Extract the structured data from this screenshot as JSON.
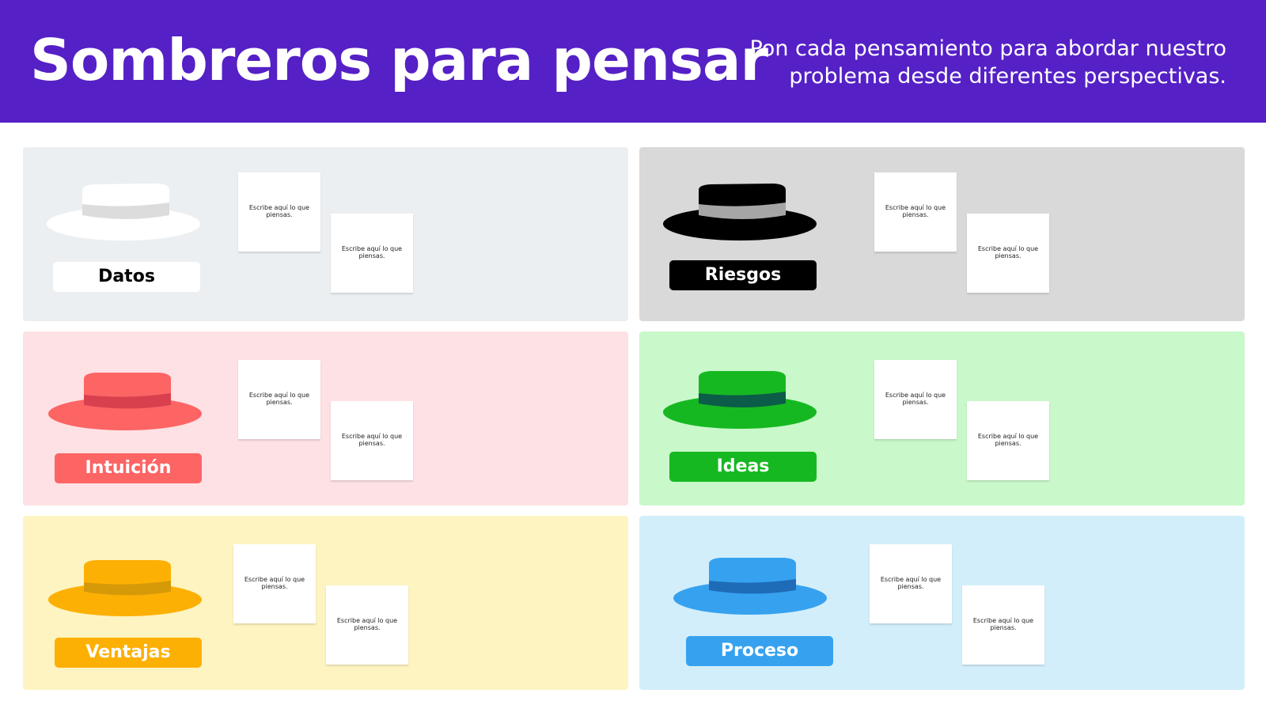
{
  "header": {
    "title": "Sombreros para pensar",
    "subtitle": "Pon cada pensamiento para abordar nuestro problema desde diferentes perspectivas."
  },
  "note_text": "Escribe aquí lo que piensas.",
  "panels": [
    {
      "label": "Datos",
      "bg": "#eceff1",
      "hat": "#ffffff",
      "band": "#dcdcdc",
      "label_bg": "#ffffff",
      "label_color": "#000000"
    },
    {
      "label": "Riesgos",
      "bg": "#d9d9d9",
      "hat": "#000000",
      "band": "#a6a6a6",
      "label_bg": "#000000",
      "label_color": "#ffffff"
    },
    {
      "label": "Intuición",
      "bg": "#fde1e4",
      "hat": "#fd6464",
      "band": "#d9404e",
      "label_bg": "#fd6464",
      "label_color": "#ffffff"
    },
    {
      "label": "Ideas",
      "bg": "#c9f8cb",
      "hat": "#16b821",
      "band": "#0b5c48",
      "label_bg": "#16b821",
      "label_color": "#ffffff"
    },
    {
      "label": "Ventajas",
      "bg": "#fdf4c1",
      "hat": "#fdb004",
      "band": "#d69a08",
      "label_bg": "#fdb004",
      "label_color": "#ffffff"
    },
    {
      "label": "Proceso",
      "bg": "#d3eefb",
      "hat": "#36a2ef",
      "band": "#1e6bb8",
      "label_bg": "#36a2ef",
      "label_color": "#ffffff"
    }
  ]
}
